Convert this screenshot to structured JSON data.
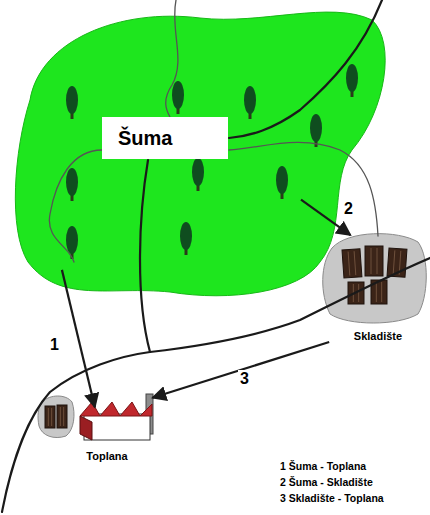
{
  "diagram": {
    "nodes": [
      {
        "text": [
          "Šuma"
        ]
      },
      {
        "text": [
          "Skladište"
        ]
      },
      {
        "text": [
          "Toplana"
        ]
      }
    ],
    "edges": [
      {
        "from": 0,
        "to": 2,
        "arrow": "to",
        "label": "1"
      },
      {
        "from": 0,
        "to": 1,
        "arrow": "to",
        "label": "2"
      },
      {
        "from": 1,
        "to": 2,
        "arrow": "to",
        "label": "3"
      }
    ],
    "legend": [
      {
        "text": "1 Šuma - Toplana"
      },
      {
        "text": "2 Šuma - Skladište"
      },
      {
        "text": "3 Skladište - Toplana"
      }
    ]
  }
}
